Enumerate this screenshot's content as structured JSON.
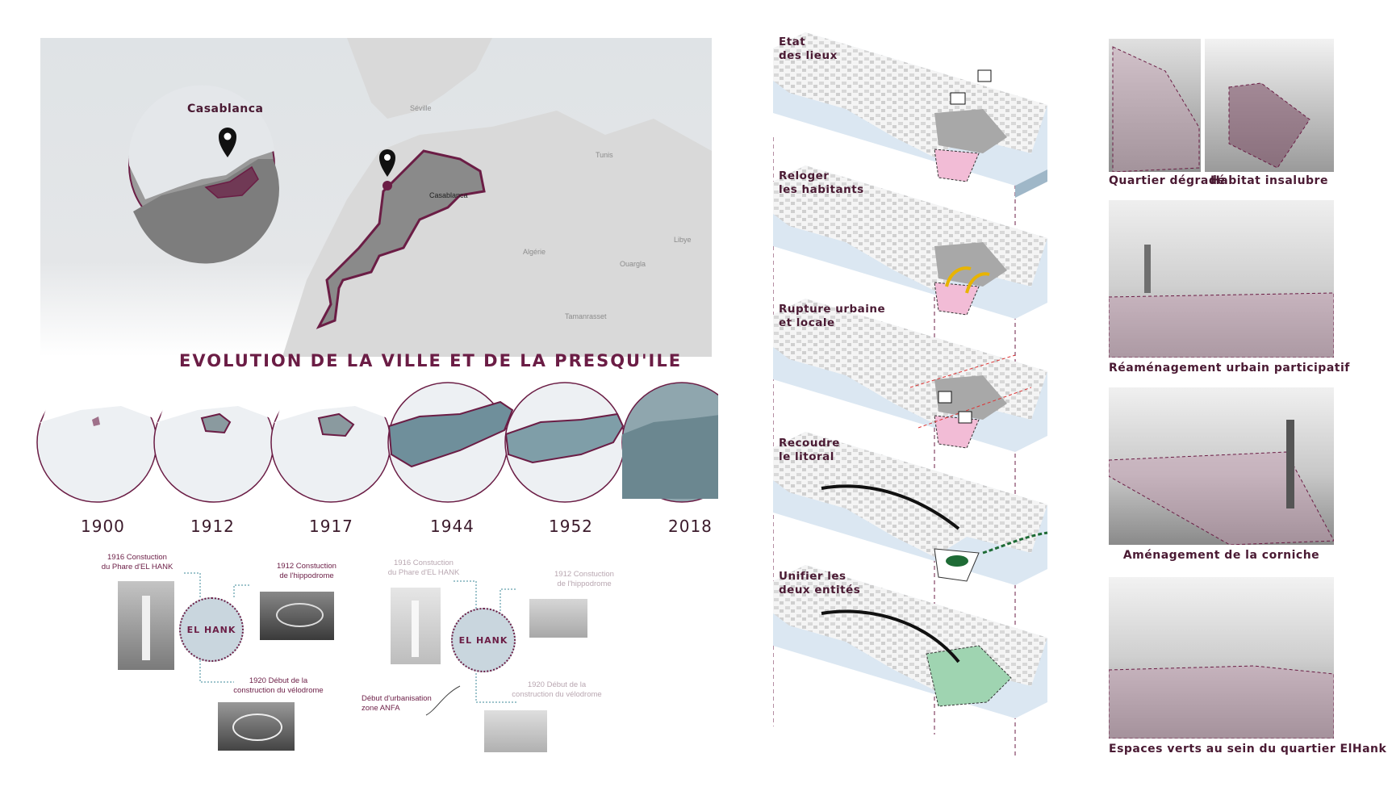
{
  "map": {
    "inset_label": "Casablanca",
    "labels": {
      "seville": "Séville",
      "tunis": "Tunis",
      "alger": "Algérie",
      "libye": "Libye",
      "ouarzazate_label": "Casablanca",
      "tamanrasset": "Tamanrasset",
      "ouargla": "Ouargla"
    }
  },
  "evolution": {
    "title": "EVOLUTION DE LA VILLE ET DE LA PRESQU'ILE",
    "years": [
      "1900",
      "1912",
      "1917",
      "1944",
      "1952",
      "2018"
    ]
  },
  "timeline_left": {
    "center_label": "EL HANK",
    "phare": "1916 Constuction\ndu Phare d'EL HANK",
    "hippodrome": "1912 Constuction\nde l'hippodrome",
    "velodrome": "1920 Début de la\nconstruction du vélodrome"
  },
  "timeline_right": {
    "center_label": "EL HANK",
    "phare": "1916 Constuction\ndu Phare d'EL HANK",
    "hippodrome": "1912 Constuction\nde l'hippodrome",
    "velodrome": "1920 Début de la\nconstruction du vélodrome",
    "anfa": "Début d'urbanisation\nzone ANFA"
  },
  "stack": {
    "layers": [
      {
        "label": "Etat\ndes lieux"
      },
      {
        "label": "Reloger\nles habitants"
      },
      {
        "label": "Rupture urbaine\net locale"
      },
      {
        "label": "Recoudre\nle litoral"
      },
      {
        "label": "Unifier les\ndeux entités"
      }
    ]
  },
  "photos": {
    "quartier": "Quartier dégradé",
    "habitat": "Habitat insalubre",
    "reamenagement": "Réaménagement urbain participatif",
    "corniche": "Aménagement de la corniche",
    "espaces": "Espaces verts au sein du quartier ElHank"
  },
  "colors": {
    "accent": "#6b1d45",
    "pink": "#f2bcd6",
    "green": "#9fd4b1",
    "water": "#dbe7f2",
    "hank_fill": "#c9d6de"
  },
  "icons": [
    "location-pin-icon",
    "barrier-icon",
    "house-icon",
    "arrow-icon"
  ]
}
